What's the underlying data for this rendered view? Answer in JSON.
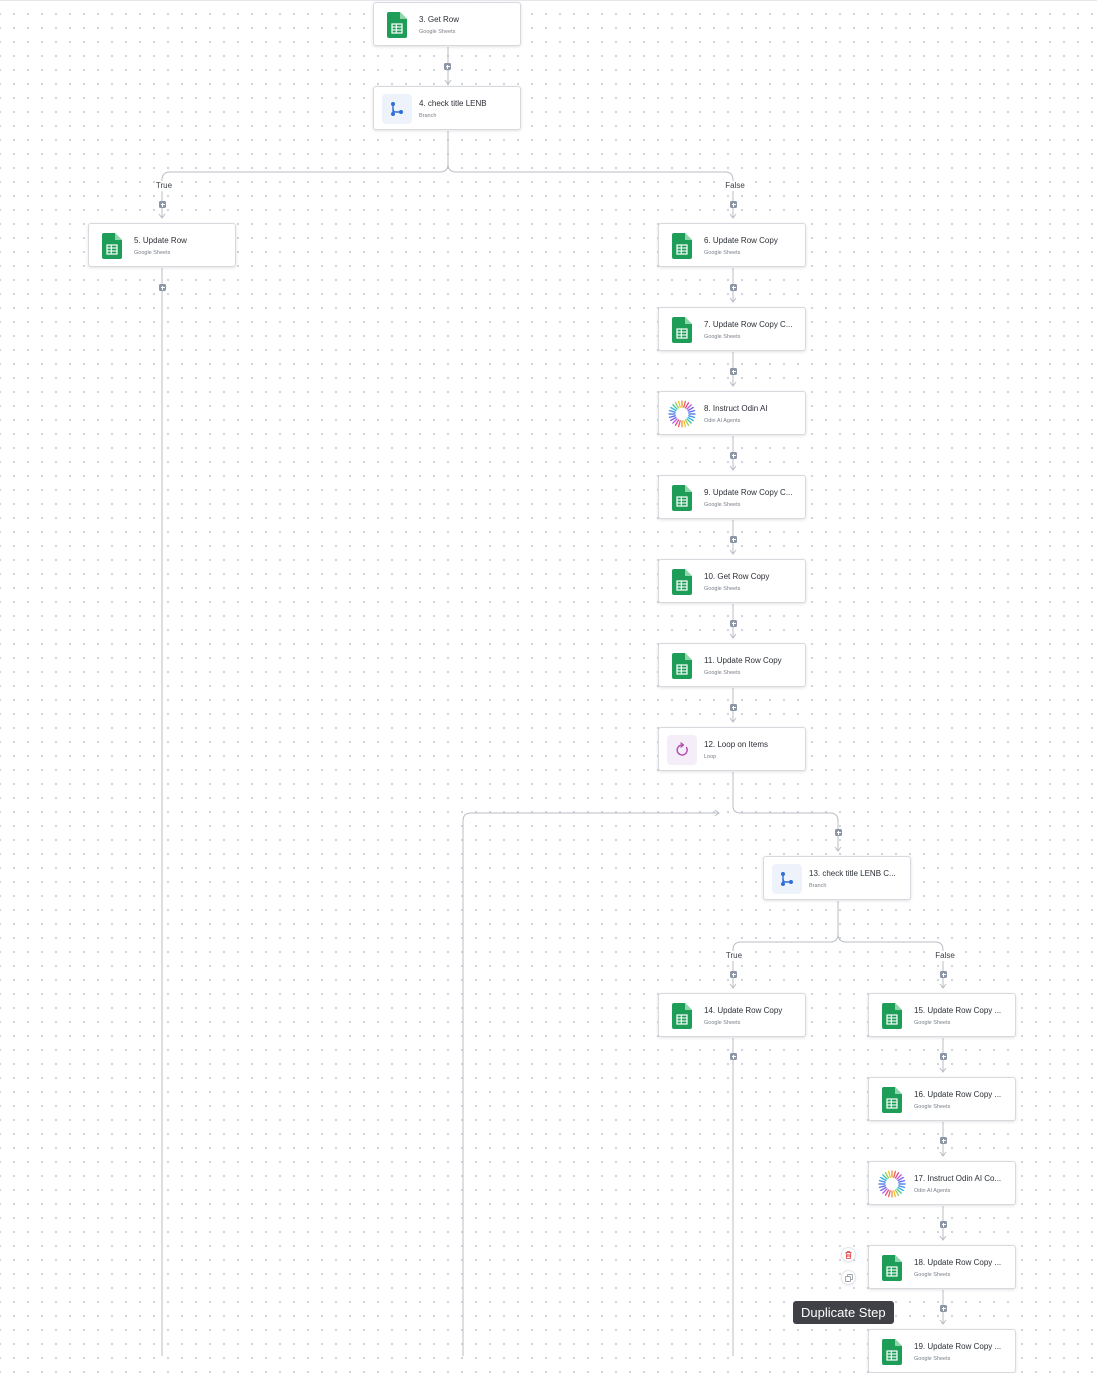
{
  "colors": {
    "sheets_green": "#1e9d58",
    "connector": "#b9bec6",
    "plus_bg": "#8c96a6",
    "delete_red": "#e5484d",
    "tooltip_bg": "#3f4146"
  },
  "nodes": [
    {
      "id": "n3",
      "title": "3. Get Row",
      "subtitle": "Google Sheets",
      "icon": "google-sheets-icon"
    },
    {
      "id": "n4",
      "title": "4. check title LENB",
      "subtitle": "Branch",
      "icon": "branch-icon"
    },
    {
      "id": "n5",
      "title": "5. Update Row",
      "subtitle": "Google Sheets",
      "icon": "google-sheets-icon"
    },
    {
      "id": "n6",
      "title": "6. Update Row Copy",
      "subtitle": "Google Sheets",
      "icon": "google-sheets-icon"
    },
    {
      "id": "n7",
      "title": "7. Update Row Copy C...",
      "subtitle": "Google Sheets",
      "icon": "google-sheets-icon"
    },
    {
      "id": "n8",
      "title": "8. Instruct Odin AI",
      "subtitle": "Odin AI Agents",
      "icon": "odin-ai-icon"
    },
    {
      "id": "n9",
      "title": "9. Update Row Copy C...",
      "subtitle": "Google Sheets",
      "icon": "google-sheets-icon"
    },
    {
      "id": "n10",
      "title": "10. Get Row Copy",
      "subtitle": "Google Sheets",
      "icon": "google-sheets-icon"
    },
    {
      "id": "n11",
      "title": "11. Update Row Copy",
      "subtitle": "Google Sheets",
      "icon": "google-sheets-icon"
    },
    {
      "id": "n12",
      "title": "12. Loop on Items",
      "subtitle": "Loop",
      "icon": "loop-icon"
    },
    {
      "id": "n13",
      "title": "13. check title LENB C...",
      "subtitle": "Branch",
      "icon": "branch-icon"
    },
    {
      "id": "n14",
      "title": "14. Update Row Copy",
      "subtitle": "Google Sheets",
      "icon": "google-sheets-icon"
    },
    {
      "id": "n15",
      "title": "15. Update Row Copy ...",
      "subtitle": "Google Sheets",
      "icon": "google-sheets-icon"
    },
    {
      "id": "n16",
      "title": "16. Update Row Copy ...",
      "subtitle": "Google Sheets",
      "icon": "google-sheets-icon"
    },
    {
      "id": "n17",
      "title": "17. Instruct Odin AI Co...",
      "subtitle": "Odin AI Agents",
      "icon": "odin-ai-icon"
    },
    {
      "id": "n18",
      "title": "18. Update Row Copy ...",
      "subtitle": "Google Sheets",
      "icon": "google-sheets-icon"
    },
    {
      "id": "n19",
      "title": "19. Update Row Copy ...",
      "subtitle": "Google Sheets",
      "icon": "google-sheets-icon"
    }
  ],
  "branch_labels": {
    "b1_true": "True",
    "b1_false": "False",
    "b2_true": "True",
    "b2_false": "False"
  },
  "step_actions": {
    "delete_icon": "trash-icon",
    "duplicate_icon": "duplicate-icon",
    "tooltip": "Duplicate Step"
  }
}
